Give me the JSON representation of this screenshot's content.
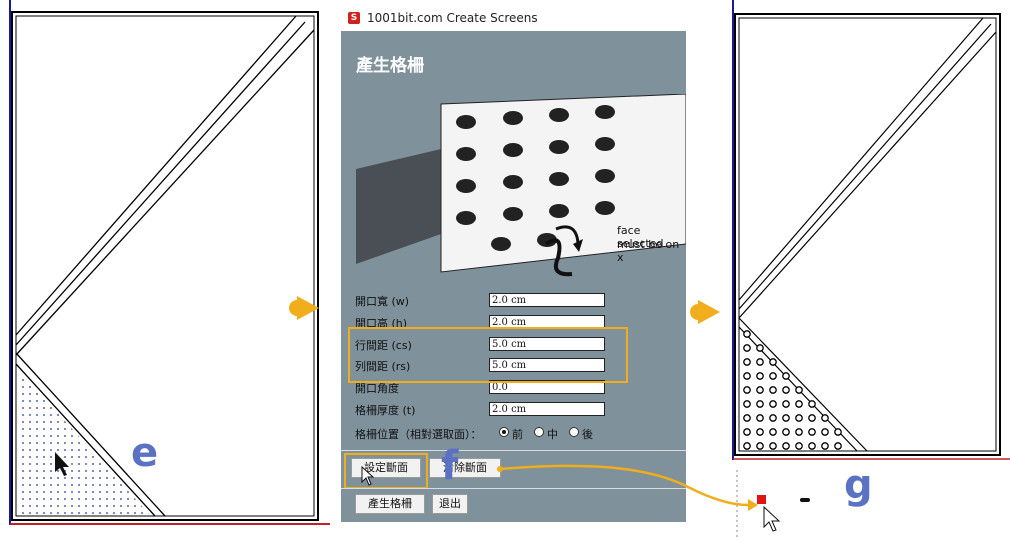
{
  "dialog": {
    "window_title": "1001bit.com Create Screens",
    "heading": "產生格柵",
    "illustration_caption_1": "face selected",
    "illustration_caption_2": "must be on x",
    "fields": [
      {
        "label": "開口寬 (w)",
        "value": "2.0 cm"
      },
      {
        "label": "開口高 (h)",
        "value": "2.0 cm"
      },
      {
        "label": "行間距 (cs)",
        "value": "5.0 cm"
      },
      {
        "label": "列間距 (rs)",
        "value": "5.0 cm"
      },
      {
        "label": "開口角度",
        "value": "0.0"
      },
      {
        "label": "格柵厚度 (t)",
        "value": "2.0 cm"
      }
    ],
    "position_label": "格柵位置（相對選取面）：",
    "position_options": [
      "前",
      "中",
      "後"
    ],
    "position_selected": "前",
    "buttons": {
      "set_section": "設定斷面",
      "clear_section": "清除斷面",
      "create_screen": "產生格柵",
      "exit": "退出"
    }
  },
  "annotations": {
    "e": "e",
    "f": "f",
    "g": "g"
  },
  "colors": {
    "accent": "#f0ae1d",
    "letter": "#5b72c4",
    "dialog_bg": "#7f919b"
  }
}
